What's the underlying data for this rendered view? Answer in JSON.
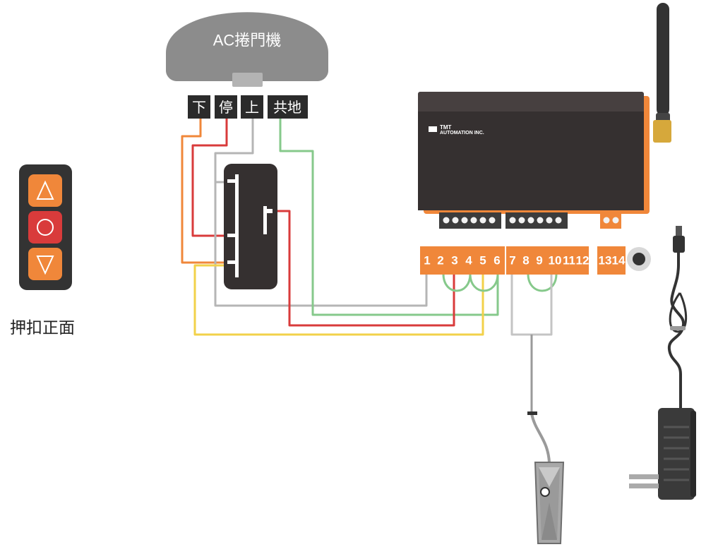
{
  "opener": {
    "title": "AC捲門機"
  },
  "opener_terminals": [
    "下",
    "停",
    "上",
    "共地"
  ],
  "keypad": {
    "caption": "押扣正面",
    "buttons": [
      "up-triangle",
      "stop-circle",
      "down-triangle"
    ]
  },
  "controller": {
    "brand_line1": "TMT",
    "brand_line2": "AUTOMATION INC.",
    "terminal_numbers": [
      "1",
      "2",
      "3",
      "4",
      "5",
      "6",
      "7",
      "8",
      "9",
      "10",
      "11",
      "12",
      "13",
      "14"
    ]
  },
  "wire_colors": {
    "orange": "#f0873a",
    "red": "#d93b3b",
    "grey": "#b5b5b5",
    "green": "#86c98b",
    "yellow": "#f2d14a"
  },
  "colors": {
    "accent": "#f0873a",
    "device_dark": "#353030",
    "opener_grey": "#8c8c8c"
  }
}
